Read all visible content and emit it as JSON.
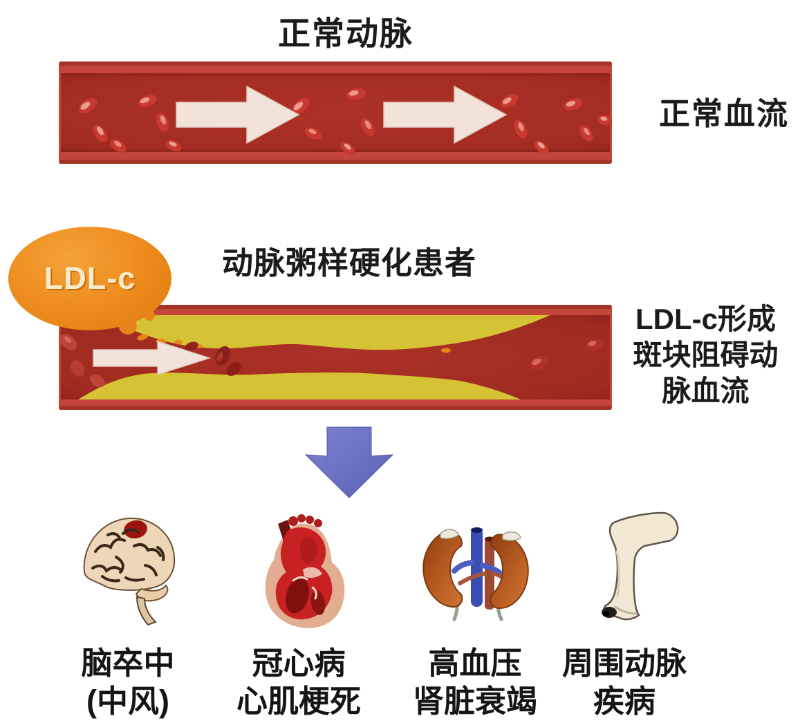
{
  "page": {
    "background": "#ffffff",
    "language": "zh-CN",
    "topic": "LDL-c atherosclerosis infographic"
  },
  "normal_section": {
    "title": "正常动脉",
    "caption": "正常血流"
  },
  "athero_section": {
    "title": "动脉粥样硬化患者",
    "ldl_label": "LDL-c",
    "caption_lines": [
      "LDL-c形成",
      "斑块阻碍动",
      "脉血流"
    ]
  },
  "consequences": {
    "items": [
      {
        "organ": "brain",
        "lines": [
          "脑卒中",
          "(中风)"
        ]
      },
      {
        "organ": "heart",
        "lines": [
          "冠心病",
          "心肌梗死"
        ]
      },
      {
        "organ": "kidneys",
        "lines": [
          "高血压",
          "肾脏衰竭"
        ]
      },
      {
        "organ": "leg",
        "lines": [
          "周围动脉",
          "疾病"
        ]
      }
    ]
  },
  "icons": {
    "flow_arrow": "right-arrow-icon",
    "down_arrow": "down-arrow-icon",
    "organ_icons": [
      "brain-icon",
      "heart-icon",
      "kidneys-icon",
      "leg-icon"
    ]
  },
  "colors": {
    "artery_wall": "#c4463a",
    "artery_lumen": "#a32c21",
    "plaque_yellow": "#d6c335",
    "blood_cell_red": "#c93a2e",
    "flow_arrow_cream": "#f3e2da",
    "ldl_orange": "#ee8d1e",
    "ldl_text": "#f7ecca",
    "down_arrow_blue": "#6a70c4",
    "text": "#1b1b1b",
    "background": "#ffffff"
  }
}
